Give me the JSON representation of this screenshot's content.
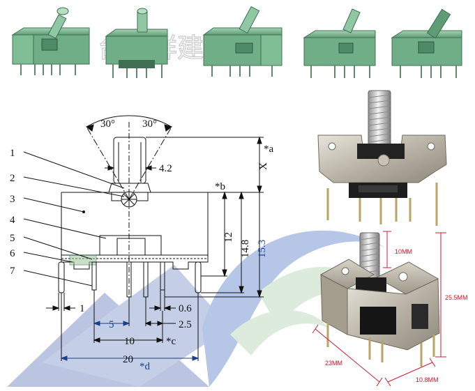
{
  "watermark": {
    "text": "台湾祥建电子"
  },
  "drawing": {
    "part_labels": [
      "1",
      "2",
      "3",
      "4",
      "5",
      "6",
      "7"
    ],
    "angle_left": "30°",
    "angle_right": "30°",
    "dims": {
      "shaft_width": "4.2",
      "a_ref": "*a",
      "x_ref": "X",
      "b_ref": "*b",
      "h12": "12",
      "h148": "14.8",
      "h153": "15.3",
      "pin_width": "1",
      "pin_thick": "0.6",
      "pitch_5": "5",
      "pitch_25": "2.5",
      "span_10": "10",
      "c_ref": "*c",
      "width_20": "20",
      "d_ref": "*d"
    }
  },
  "photo_callouts": {
    "shaft_len": "10MM",
    "height": "25.5MM",
    "length": "23MM",
    "depth": "10.8MM"
  },
  "colors": {
    "green_body": "#6fae86",
    "dim_red": "#d01b30",
    "dim_blue": "#1b3f8f",
    "shadow_blue": "#3f5aa8",
    "shadow_green": "#9ec89a"
  }
}
